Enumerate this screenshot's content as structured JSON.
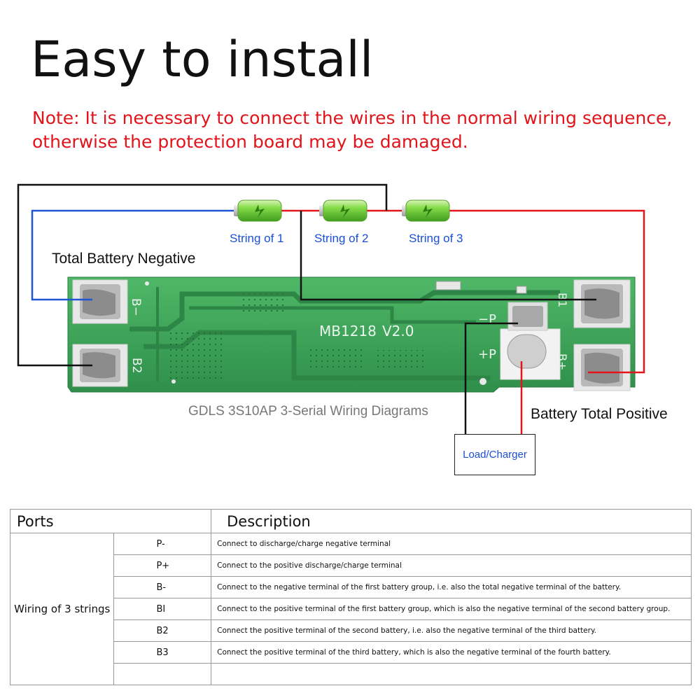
{
  "header": {
    "title": "Easy to install",
    "note": "Note: It is necessary to connect the wires in the normal wiring sequence, otherwise the protection board may be damaged."
  },
  "diagram": {
    "strings": [
      "String of 1",
      "String of 2",
      "String of 3"
    ],
    "total_negative_label": "Total Battery Negative",
    "total_positive_label": "Battery Total Positive",
    "load_charger_label": "Load/Charger",
    "caption": "GDLS 3S10AP 3-Serial Wiring Diagrams",
    "board": {
      "model": "MB1218",
      "version": "V2.0",
      "pad_b_minus": "B−",
      "pad_b2": "B2",
      "pad_p_minus": "−P",
      "pad_p_plus": "+P",
      "pad_b1": "B1",
      "pad_b_plus": "B+"
    },
    "colors": {
      "negative_wire": "#1f56d6",
      "positive_wire": "#e3141c",
      "balance_wire": "#111111",
      "pcb": "#3ea35a",
      "battery": "#6ed13a"
    }
  },
  "table": {
    "col_ports": "Ports",
    "col_description": "Description",
    "group": "Wiring of 3 strings",
    "rows": [
      {
        "port": "P-",
        "desc": "Connect to discharge/charge negative terminal"
      },
      {
        "port": "P+",
        "desc": "Connect to the positive discharge/charge terminal"
      },
      {
        "port": "B-",
        "desc": "Connect to the negative terminal of the first battery group, i.e. also the total negative terminal of the battery."
      },
      {
        "port": "BI",
        "desc": "Connect to the positive terminal of the first battery group, which is also the negative terminal of the second battery group."
      },
      {
        "port": "B2",
        "desc": "Connect the positive terminal of the second battery, i.e. also the negative terminal of the third battery."
      },
      {
        "port": "B3",
        "desc": "Connect the positive terminal of the third battery, which is also the negative terminal of the fourth battery."
      },
      {
        "port": "",
        "desc": ""
      }
    ]
  }
}
